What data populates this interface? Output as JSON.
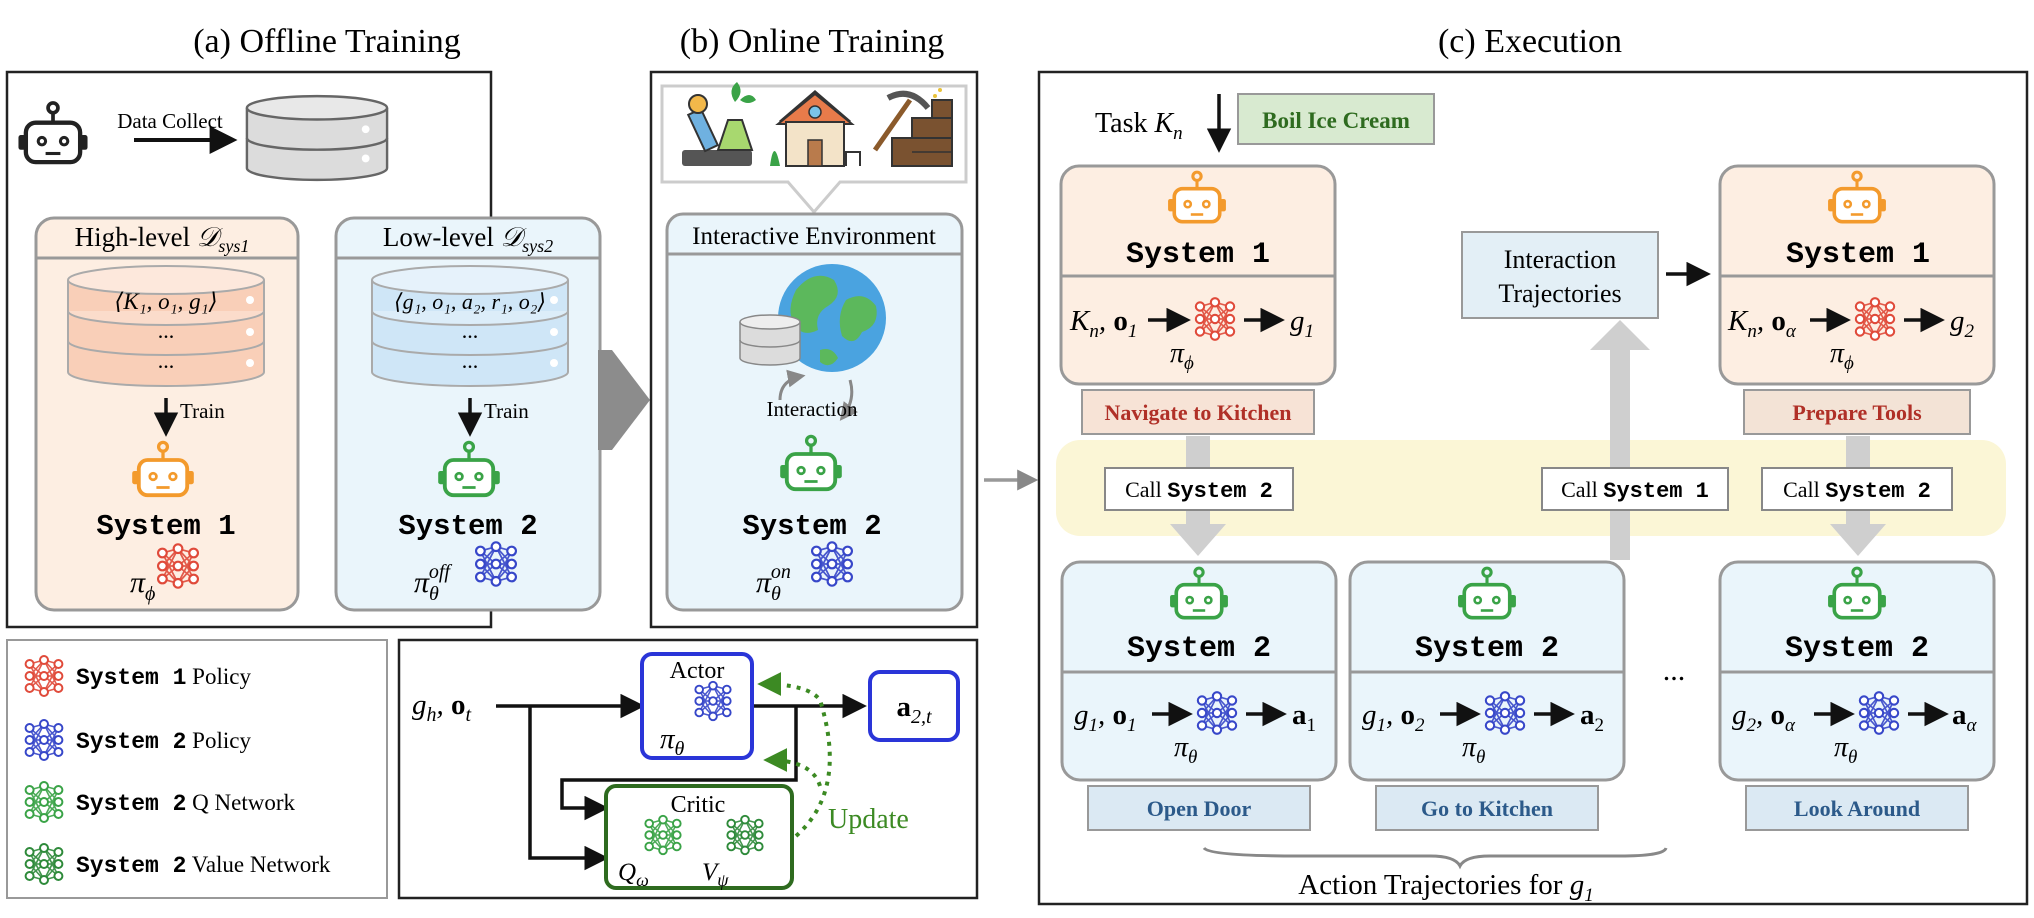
{
  "colors": {
    "sys1_fill": "#fdeee2",
    "sys2_fill": "#eaf5fb",
    "highlight_band": "#fbf6d6",
    "goal_tag": "#d8ead0",
    "sys1_db": "#f9cfb8",
    "sys2_db": "#cfe6f7",
    "neuron_red": "#e04a3a",
    "neuron_blue": "#3747c9",
    "neuron_green": "#3aa347",
    "robot_orange": "#f39a2c",
    "robot_green": "#3aa347",
    "update_green": "#3c8a23",
    "label_red": "#b03027",
    "label_blue": "#2c5a8a"
  },
  "panel_a": {
    "title": "(a) Offline Training",
    "data_collect": "Data Collect",
    "high_level": "High-level",
    "high_level_set": "𝒟",
    "high_level_sub": "sys1",
    "high_db_row1": "⟨K₁, o₁, g₁⟩",
    "high_db_row2": "...",
    "high_db_row3": "...",
    "low_level": "Low-level",
    "low_level_set": "𝒟",
    "low_level_sub": "sys2",
    "low_db_row1": "⟨g₁, o₁, a₂, r₁, o₂⟩",
    "low_db_row2": "...",
    "low_db_row3": "...",
    "train": "Train",
    "sys1_name": "System 1",
    "sys2_name": "System 2",
    "pi": "π",
    "pi_phi_sub": "ϕ",
    "pi_theta_sub": "θ",
    "off_sup": "off"
  },
  "panel_b": {
    "title": "(b) Online Training",
    "env_label": "Interactive Environment",
    "interaction": "Interaction",
    "sys2_name": "System 2",
    "pi": "π",
    "theta_sub": "θ",
    "on_sup": "on"
  },
  "panel_c": {
    "title": "(c) Execution",
    "task": "Task",
    "task_var": "K",
    "task_sub": "n",
    "task_goal": "Boil Ice Cream",
    "interaction_traj_line1": "Interaction",
    "interaction_traj_line2": "Trajectories",
    "sys1_name": "System 1",
    "sys2_name": "System 2",
    "call_prefix": "Call",
    "call_sys1": "System 1",
    "call_sys2": "System 2",
    "nav_kitchen": "Navigate to Kitchen",
    "prepare_tools": "Prepare Tools",
    "open_door": "Open Door",
    "go_kitchen": "Go to Kitchen",
    "look_around": "Look Around",
    "ellipsis": "...",
    "action_traj": "Action Trajectories for",
    "action_traj_var": "g",
    "action_traj_sub": "1",
    "s1a_in": "K",
    "s1a_in_sub": "n",
    "s1a_obs": "o",
    "s1a_obs_sub": "1",
    "s1a_out": "g",
    "s1a_out_sub": "1",
    "s1b_obs_sub": "α",
    "s1b_out_sub": "2",
    "s2a_in": "g",
    "s2a_in_sub": "1",
    "s2a_obs_sub": "1",
    "s2a_out": "a",
    "s2a_out_sub": "1",
    "s2b_in_sub": "1",
    "s2b_obs_sub": "2",
    "s2b_out_sub": "2",
    "s2c_in_sub": "2",
    "s2c_obs_sub": "α",
    "s2c_out_sub": "α",
    "pi": "π",
    "phi_sub": "ϕ",
    "theta_sub": "θ"
  },
  "legend": {
    "items": [
      {
        "sys": "System 1",
        "label": "Policy",
        "color": "#e04a3a"
      },
      {
        "sys": "System 2",
        "label": "Policy",
        "color": "#3747c9"
      },
      {
        "sys": "System 2",
        "label": "Q Network",
        "color": "#3aa347"
      },
      {
        "sys": "System 2",
        "label": "Value Network",
        "color": "#2e8a3a"
      }
    ]
  },
  "actor_critic": {
    "input": "g",
    "input_sub": "h",
    "input_obs": "o",
    "input_obs_sub": "t",
    "actor": "Actor",
    "critic": "Critic",
    "output": "a",
    "output_sub": "2,t",
    "update": "Update",
    "pi": "π",
    "theta_sub": "θ",
    "q": "Q",
    "q_sub": "ω",
    "v": "V",
    "v_sub": "ψ"
  }
}
